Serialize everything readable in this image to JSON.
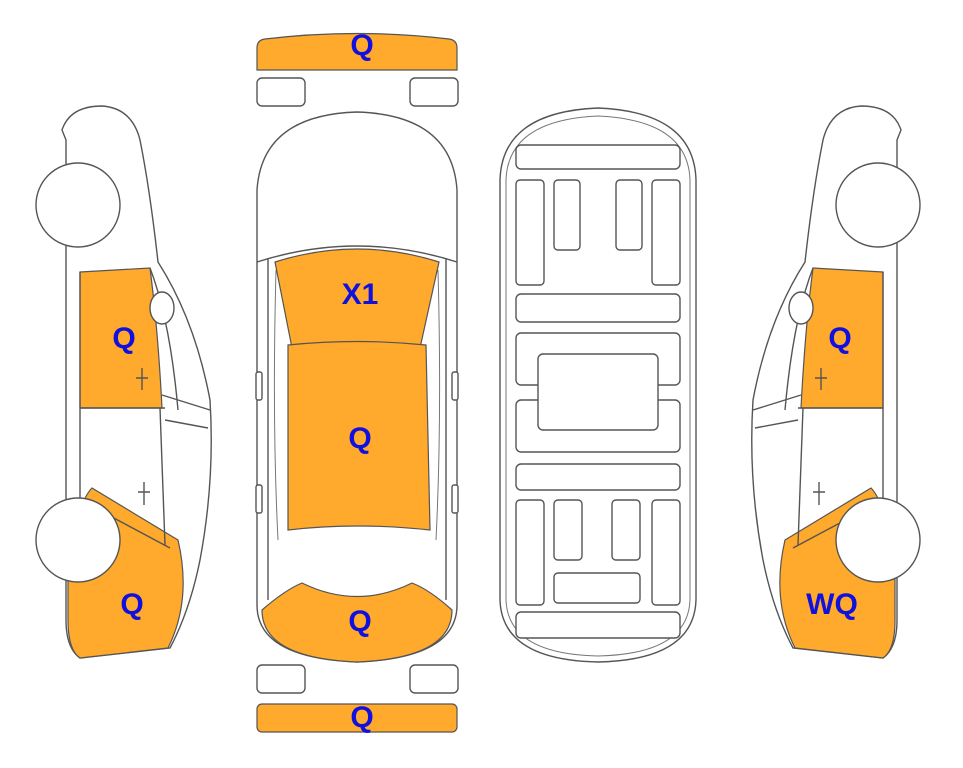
{
  "colors": {
    "damage_fill": "#FFA92D",
    "label_color": "#1111DD",
    "outline": "#555555",
    "background": "#FFFFFF"
  },
  "labels": {
    "front_bumper": "Q",
    "hood": "X1",
    "roof": "Q",
    "trunk": "Q",
    "rear_bumper": "Q",
    "left_front_door": "Q",
    "left_rear_quarter": "Q",
    "right_front_door": "Q",
    "right_rear_quarter": "WQ"
  }
}
